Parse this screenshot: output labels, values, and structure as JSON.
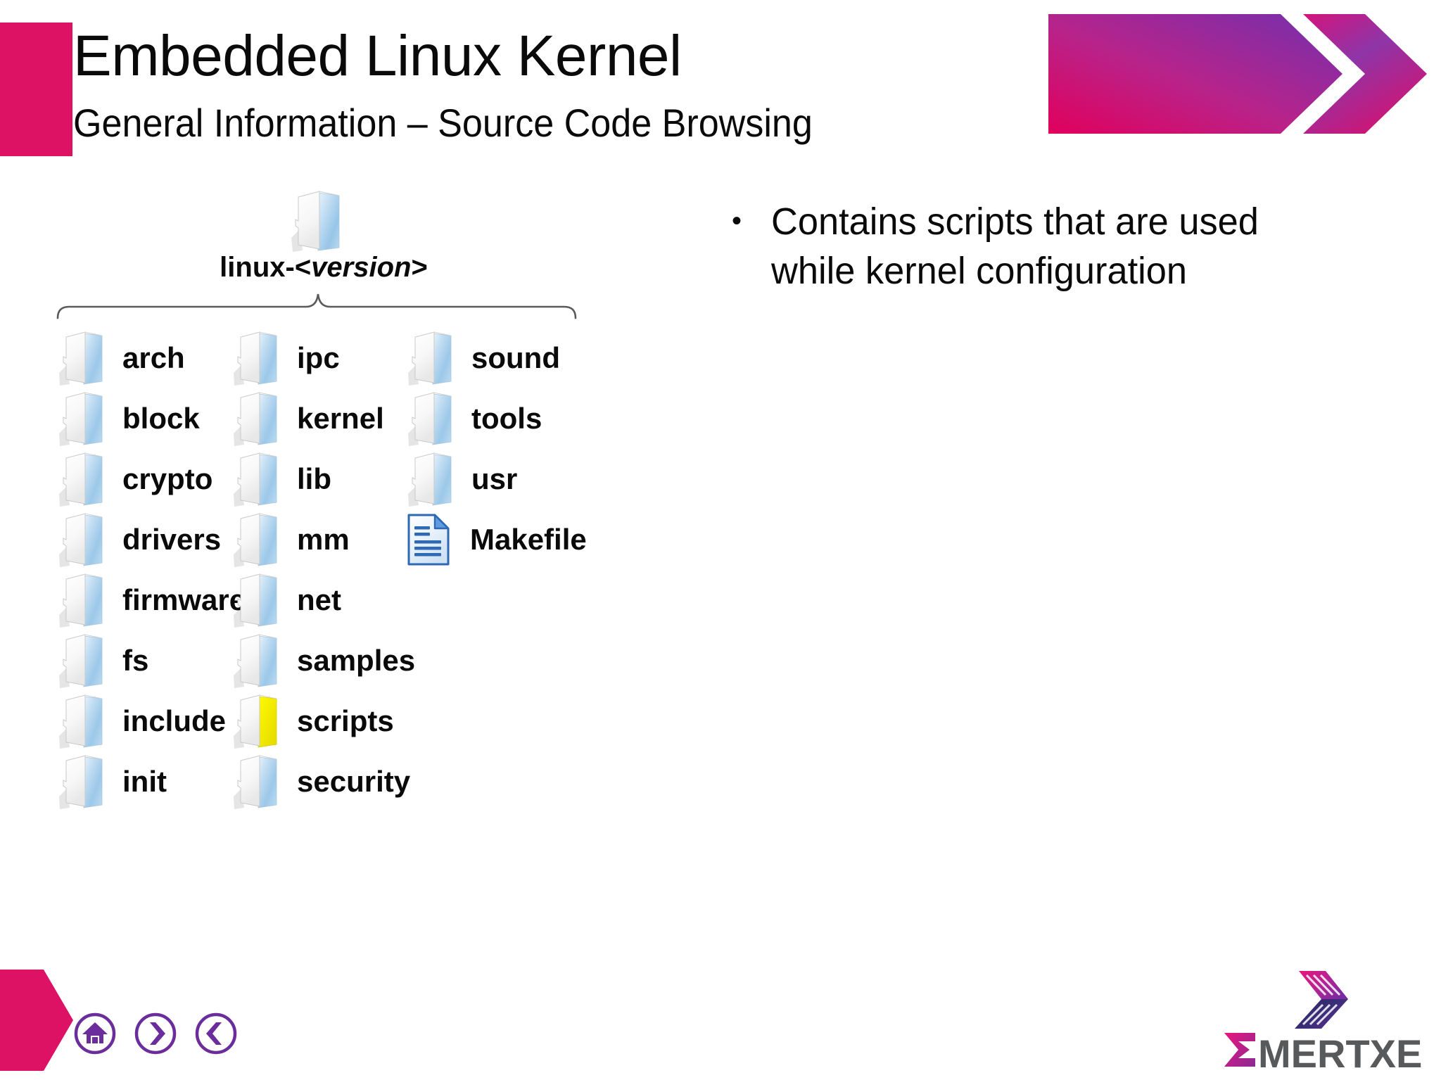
{
  "header": {
    "title": "Embedded Linux Kernel",
    "subtitle": "General Information – Source Code Browsing",
    "accent_color": "#DD1265",
    "banner_gradient_from": "#E0005A",
    "banner_gradient_to": "#7B2FA8"
  },
  "tree": {
    "root_icon": "folder-icon",
    "root_label_prefix": "linux-<",
    "root_label_italic": "version",
    "root_label_suffix": ">",
    "brace": "curly-brace",
    "columns": [
      {
        "items": [
          {
            "name": "arch",
            "type": "folder",
            "highlight": false
          },
          {
            "name": "block",
            "type": "folder",
            "highlight": false
          },
          {
            "name": "crypto",
            "type": "folder",
            "highlight": false
          },
          {
            "name": "drivers",
            "type": "folder",
            "highlight": false
          },
          {
            "name": "firmware",
            "type": "folder",
            "highlight": false
          },
          {
            "name": "fs",
            "type": "folder",
            "highlight": false
          },
          {
            "name": "include",
            "type": "folder",
            "highlight": false
          },
          {
            "name": "init",
            "type": "folder",
            "highlight": false
          }
        ]
      },
      {
        "items": [
          {
            "name": "ipc",
            "type": "folder",
            "highlight": false
          },
          {
            "name": "kernel",
            "type": "folder",
            "highlight": false
          },
          {
            "name": "lib",
            "type": "folder",
            "highlight": false
          },
          {
            "name": "mm",
            "type": "folder",
            "highlight": false
          },
          {
            "name": "net",
            "type": "folder",
            "highlight": false
          },
          {
            "name": "samples",
            "type": "folder",
            "highlight": false
          },
          {
            "name": "scripts",
            "type": "folder",
            "highlight": true
          },
          {
            "name": "security",
            "type": "folder",
            "highlight": false
          }
        ]
      },
      {
        "items": [
          {
            "name": "sound",
            "type": "folder",
            "highlight": false
          },
          {
            "name": "tools",
            "type": "folder",
            "highlight": false
          },
          {
            "name": "usr",
            "type": "folder",
            "highlight": false
          },
          {
            "name": "Makefile",
            "type": "file",
            "highlight": false
          }
        ]
      }
    ],
    "highlight_color": "#F2EE00"
  },
  "content": {
    "bullet_marker": "•",
    "bullet_text": "Contains scripts that are used while kernel configuration"
  },
  "footer": {
    "shape_color": "#DD1265",
    "nav_color": "#6B2D9B",
    "nav_buttons": [
      {
        "id": "home",
        "icon": "home-icon"
      },
      {
        "id": "next",
        "icon": "chevron-right-icon"
      },
      {
        "id": "previous",
        "icon": "chevron-left-icon"
      }
    ],
    "logo_text": "MERTXE",
    "logo_sigma": "Σ",
    "logo_icon": "emertxe-chevron-logo"
  }
}
